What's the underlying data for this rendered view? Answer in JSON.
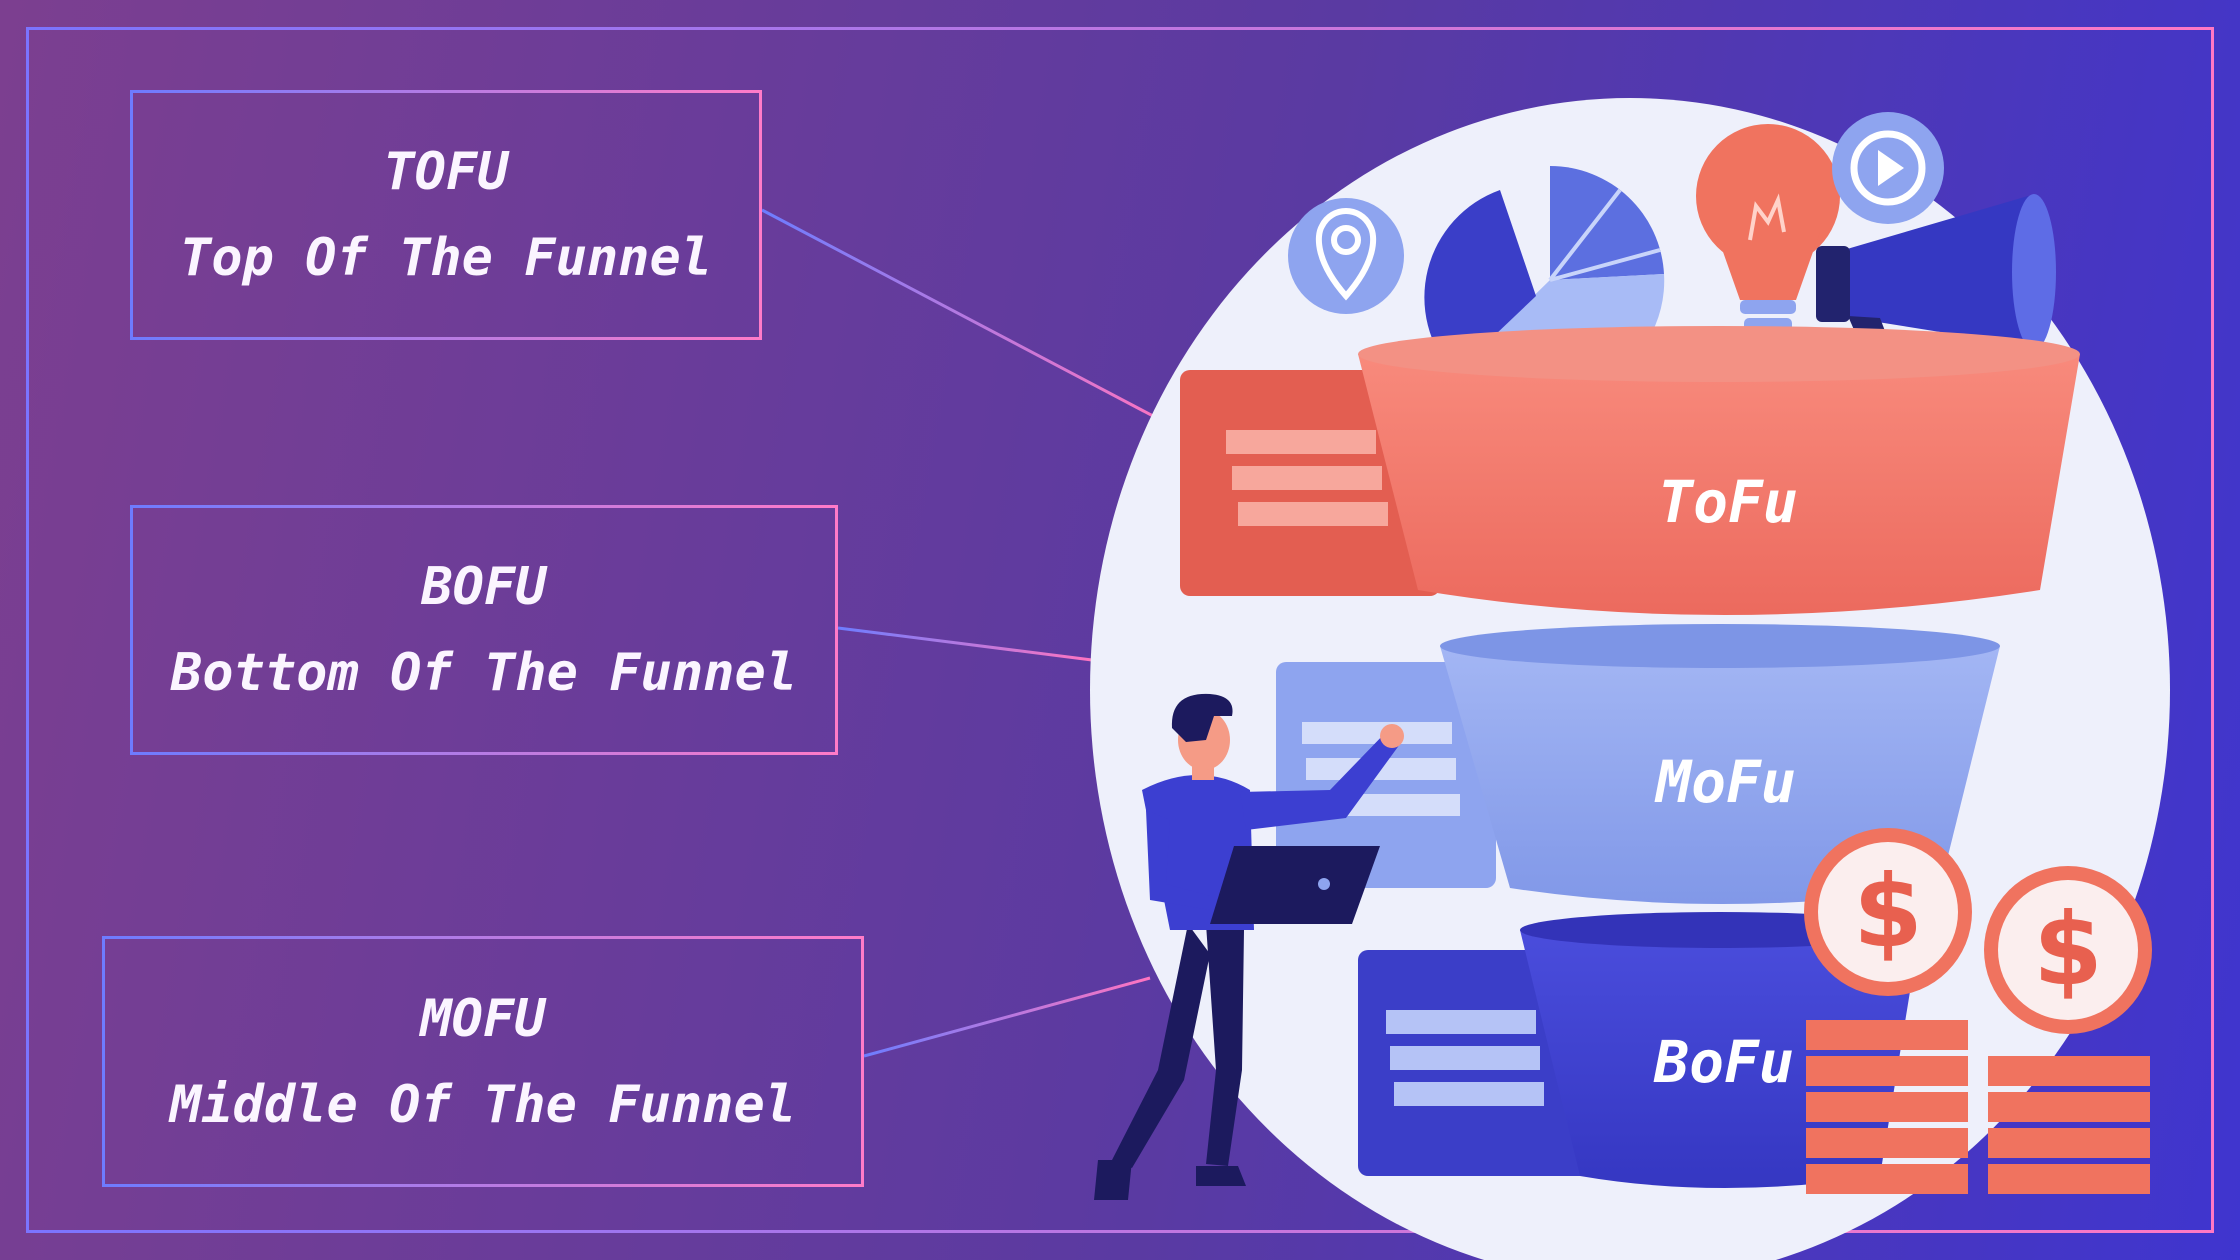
{
  "labels": {
    "tofu": {
      "code": "TOFU",
      "full": "Top Of The Funnel"
    },
    "bofu": {
      "code": "BOFU",
      "full": "Bottom Of The Funnel"
    },
    "mofu": {
      "code": "MOFU",
      "full": "Middle Of The Funnel"
    }
  },
  "funnel": {
    "top": "ToFu",
    "middle": "MoFu",
    "bottom": "BoFu"
  },
  "coin_symbol": "$",
  "colors": {
    "tofu": "#f2766a",
    "mofu": "#8ea4ef",
    "bofu": "#3e3fd0",
    "coin": "#f0735f"
  }
}
